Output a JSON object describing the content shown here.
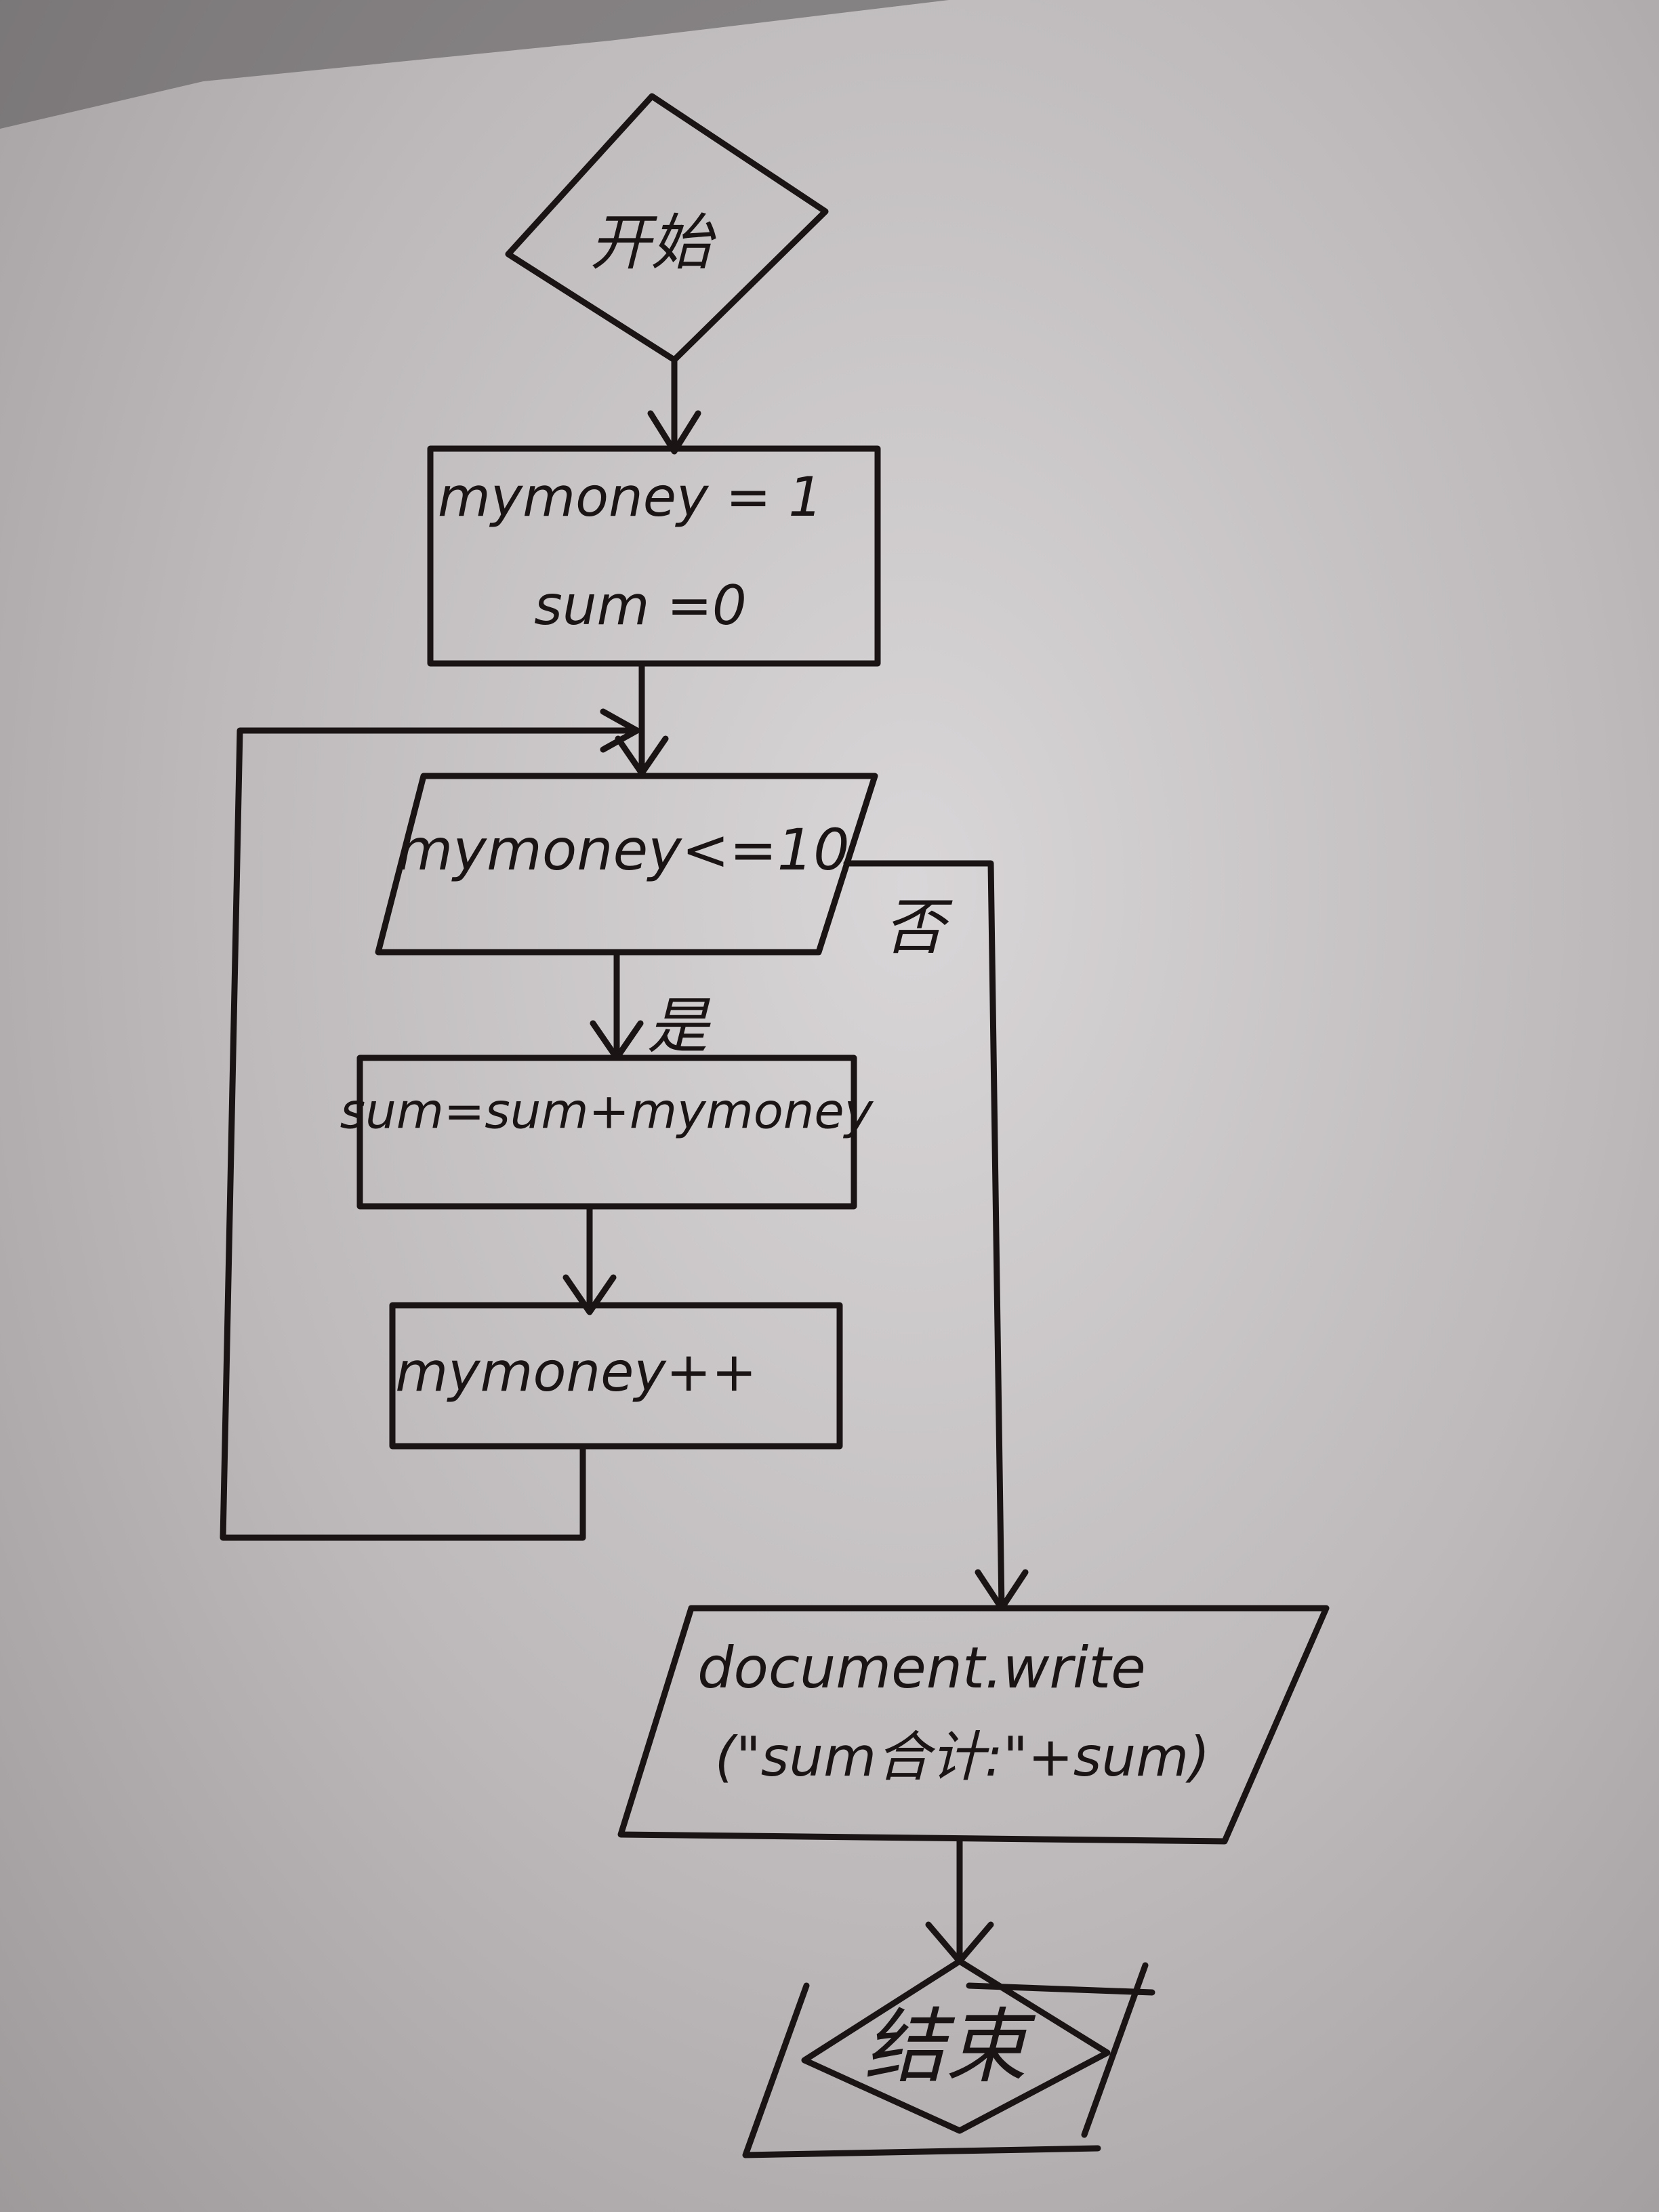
{
  "flowchart": {
    "start": "开始",
    "init_line1": "mymoney = 1",
    "init_line2": "sum =0",
    "condition": "mymoney<=10",
    "yes_label": "是",
    "no_label": "否",
    "loop_body_1": "sum=sum+mymoney",
    "loop_body_2": "mymoney++",
    "output_line1": "document.write",
    "output_line2": "(\"sum合计:\"+sum)",
    "end": "结束"
  },
  "colors": {
    "ink": "#1a1414",
    "paper": "#d9d6d8"
  }
}
